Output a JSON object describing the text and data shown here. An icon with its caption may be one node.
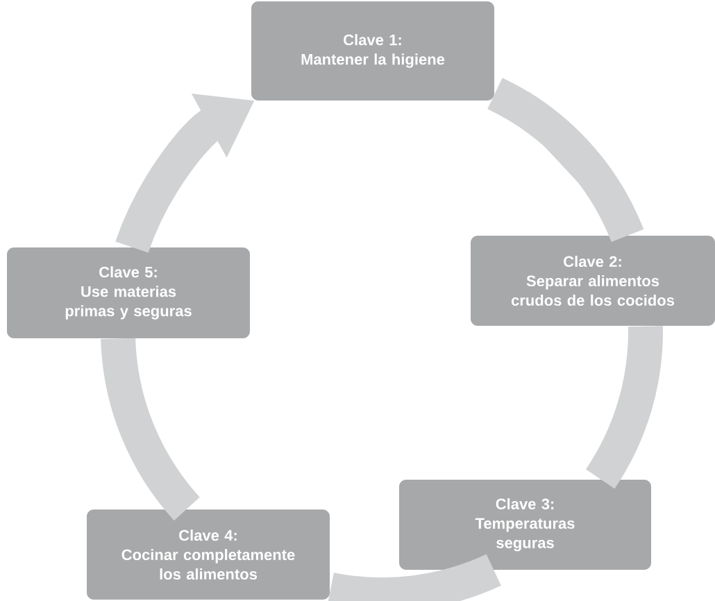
{
  "diagram": {
    "nodes": [
      {
        "text": [
          "Clave 1:",
          "Mantener la higiene"
        ]
      },
      {
        "text": [
          "Clave 2:",
          "Separar alimentos crudos de los cocidos"
        ]
      },
      {
        "text": [
          "Clave 3:",
          "Temperaturas seguras"
        ]
      },
      {
        "text": [
          "Clave 4:",
          "Cocinar completamente los alimentos"
        ]
      },
      {
        "text": [
          "Clave 5:",
          "Use materias primas y seguras"
        ]
      }
    ],
    "edges": [
      {
        "from": 0,
        "to": 1,
        "arrow": "none"
      },
      {
        "from": 1,
        "to": 2,
        "arrow": "none"
      },
      {
        "from": 2,
        "to": 3,
        "arrow": "none"
      },
      {
        "from": 3,
        "to": 4,
        "arrow": "none"
      },
      {
        "from": 4,
        "to": 0,
        "arrow": "to"
      }
    ]
  }
}
